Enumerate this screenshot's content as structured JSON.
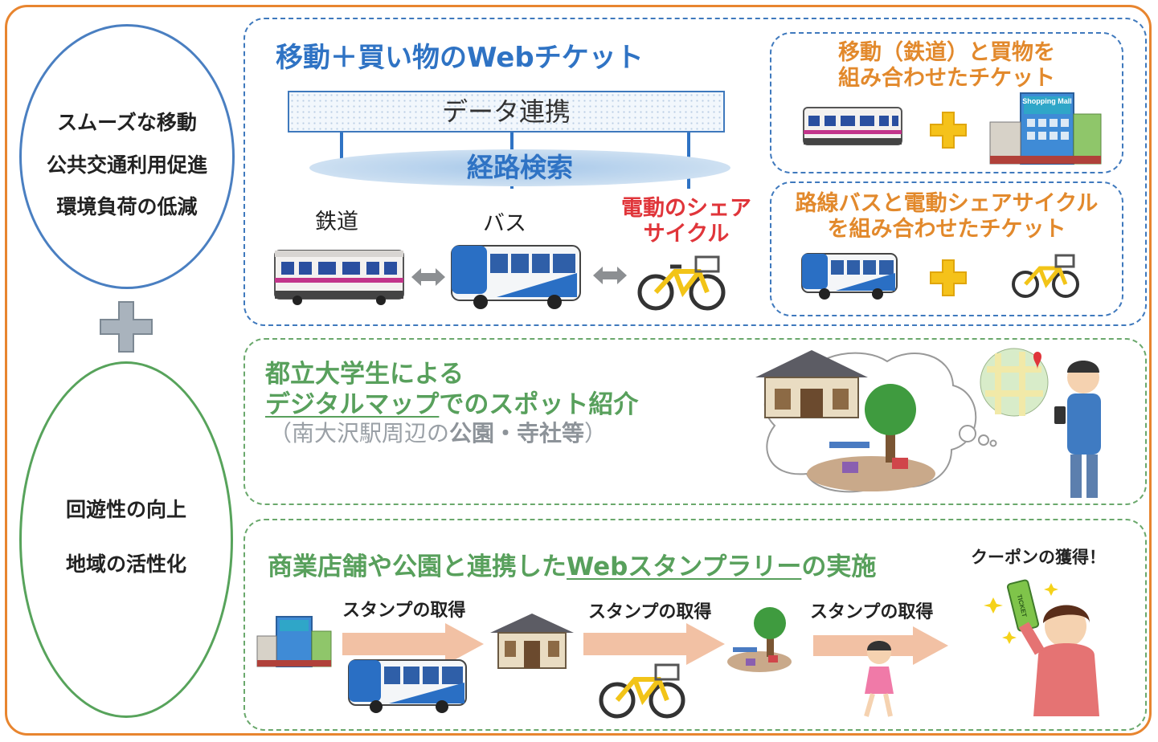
{
  "left_top_ellipse": {
    "lines": [
      "スムーズな移動",
      "公共交通利用促進",
      "環境負荷の低減"
    ]
  },
  "left_bottom_ellipse": {
    "lines": [
      "回遊性の向上",
      "地域の活性化"
    ]
  },
  "top_panel": {
    "title": "移動＋買い物のWebチケット",
    "data_link": "データ連携",
    "route_search": "経路検索",
    "modes": {
      "rail": "鉄道",
      "bus": "バス",
      "share_cycle_line1": "電動のシェア",
      "share_cycle_line2": "サイクル"
    }
  },
  "ticket1": {
    "line1": "移動（鉄道）と買物を",
    "line2": "組み合わせたチケット",
    "mall_sign": "Shopping Mall"
  },
  "ticket2": {
    "line1": "路線バスと電動シェアサイクル",
    "line2": "を組み合わせたチケット"
  },
  "mid_panel": {
    "line1": "都立大学生による",
    "line2_underlined": "デジタルマップ",
    "line2_rest": "でのスポット紹介",
    "line3_open": "（南大沢駅周辺の",
    "line3_bold": "公園・寺社等",
    "line3_close": "）"
  },
  "bot_panel": {
    "title_a": "商業店舗や公園と連携した",
    "title_b_underlined": "Webスタンプラリー",
    "title_c": "の実施",
    "coupon": "クーポンの獲得！",
    "stamp1": "スタンプの取得",
    "stamp2": "スタンプの取得",
    "stamp3": "スタンプの取得",
    "ticket_word": "TICKET"
  },
  "colors": {
    "outer": "#e8852f",
    "blue": "#2f73c4",
    "green": "#58a05c",
    "orange": "#e2892c",
    "red": "#e0353a"
  }
}
